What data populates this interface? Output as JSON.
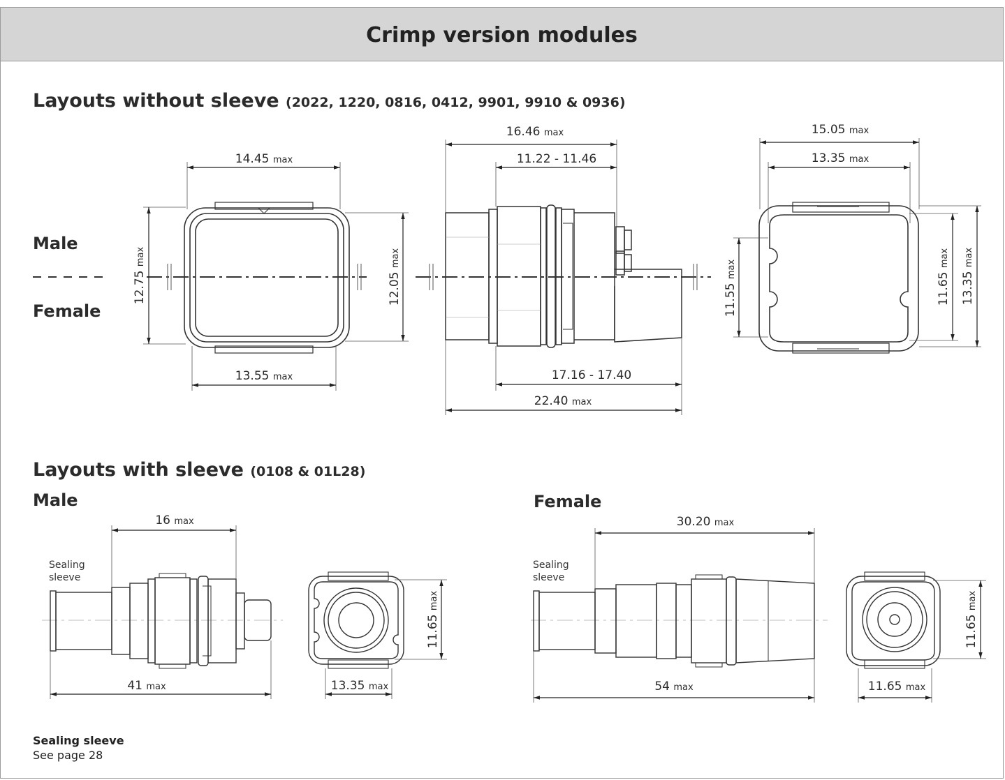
{
  "header": {
    "title": "Crimp version modules"
  },
  "section1": {
    "title": "Layouts without sleeve",
    "layouts": "(2022, 1220, 0816, 0412, 9901, 9910 & 0936)",
    "male_label": "Male",
    "female_label": "Female"
  },
  "section2": {
    "title": "Layouts with sleeve",
    "layouts": "(0108 & 01L28)",
    "male_label": "Male",
    "female_label": "Female",
    "sealing_line1": "Sealing",
    "sealing_line2": "sleeve"
  },
  "max_suffix": "max",
  "dims": {
    "d1": "14.45",
    "d2": "13.55",
    "d3": "12.75",
    "d4": "12.05",
    "d5": "16.46",
    "d6": "11.22 - 11.46",
    "d7": "17.16 - 17.40",
    "d8": "22.40",
    "d9": "15.05",
    "d10": "13.35",
    "d11": "11.55",
    "d12": "11.65",
    "d13": "13.35",
    "d14": "16",
    "d15": "41",
    "d16": "11.65",
    "d17": "13.35",
    "d18": "30.20",
    "d19": "54",
    "d20": "11.65",
    "d21": "11.65"
  },
  "note": {
    "title": "Sealing sleeve",
    "text": "See page 28"
  }
}
